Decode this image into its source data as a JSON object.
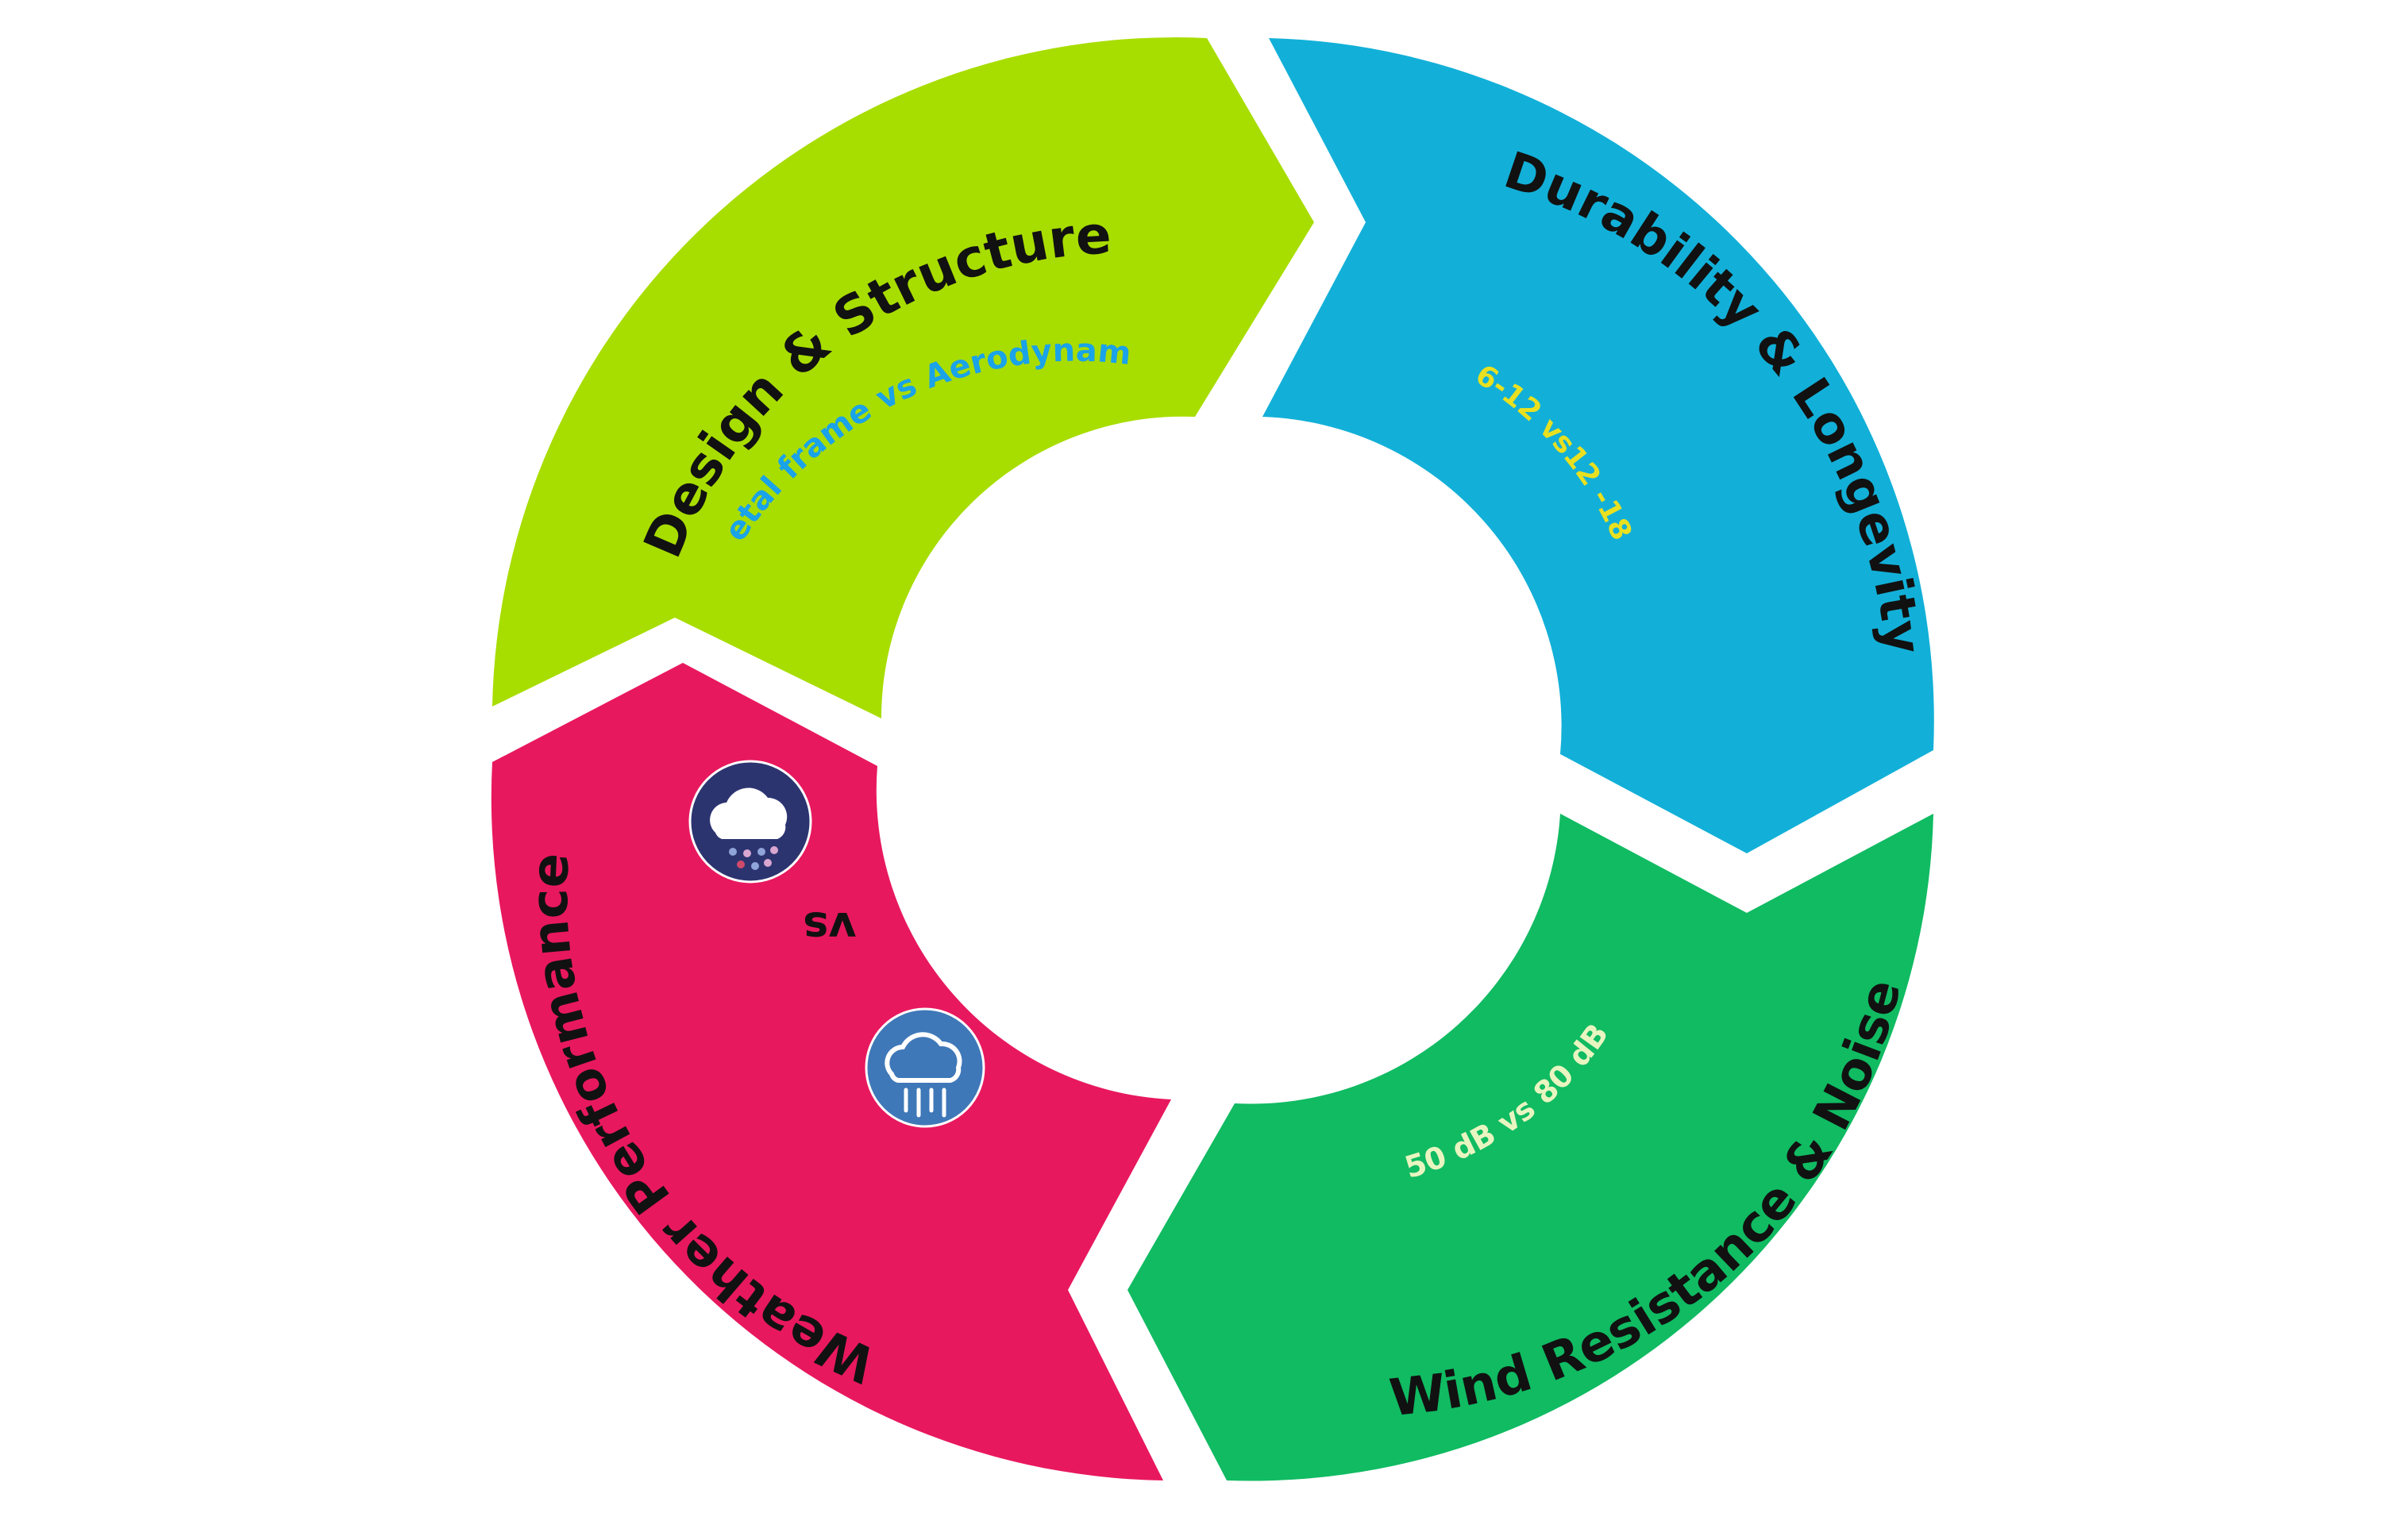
{
  "segments": [
    {
      "id": "design",
      "title": "Design & Structure",
      "subtitle": "Metal frame vs Aerodynamic",
      "color": "#a8dd00",
      "subtitle_color": "#1aa3e8"
    },
    {
      "id": "durability",
      "title": "Durability & Longevity",
      "subtitle": "6-12 vs12 -18",
      "color": "#12b0d8",
      "subtitle_color": "#e8e020"
    },
    {
      "id": "wind",
      "title": "Wind Resistance & Noise",
      "subtitle": "50 dB vs 80 dB",
      "color": "#10bb62",
      "subtitle_color": "#e8f5c0"
    },
    {
      "id": "weather",
      "title": "Weather Performance",
      "vs_label": "vs",
      "color": "#e8185f",
      "icons": [
        "snow-rain-cloud-icon",
        "rain-cloud-icon"
      ]
    }
  ],
  "colors": {
    "title_text": "#111111",
    "icon_dark_bg": "#2c3470",
    "icon_blue_bg": "#3f78b8"
  }
}
